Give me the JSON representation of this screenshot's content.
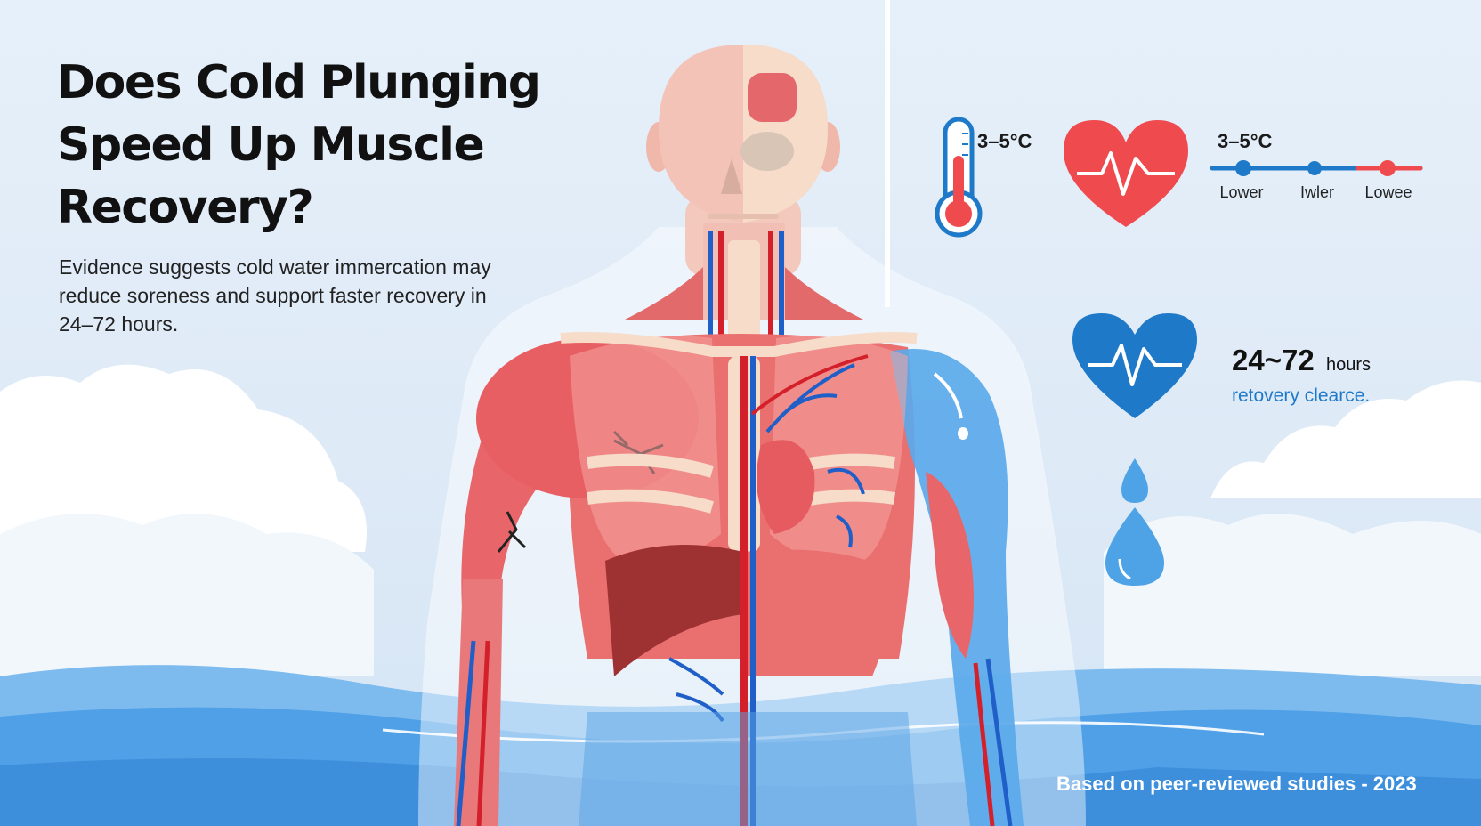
{
  "header": {
    "title": "Does Cold Plunging Speed Up Muscle Recovery?",
    "subtitle": "Evidence suggests cold water immercation may reduce soreness and support faster recovery in 24–72 hours."
  },
  "stats": {
    "thermometer_temp": "3–5°C",
    "scale_temp": "3–5°C",
    "scale_labels": [
      "Lower",
      "Iwler",
      "Lowee"
    ],
    "recovery_time": "24~72",
    "recovery_unit": "hours",
    "recovery_caption": "retovery clearce."
  },
  "footer": {
    "source": "Based on peer-reviewed studies - 2023"
  },
  "icons": {
    "thermometer": "thermometer-icon",
    "heart_red": "heart-pulse-icon",
    "heart_blue": "heart-pulse-icon",
    "drops": "water-drop-icon"
  },
  "colors": {
    "muscle": "#e8666a",
    "vein": "#1f5fc7",
    "artery": "#d4202a",
    "water": "#4ea3e6",
    "accent_blue": "#1e79c9",
    "accent_red": "#ef4b4f"
  }
}
